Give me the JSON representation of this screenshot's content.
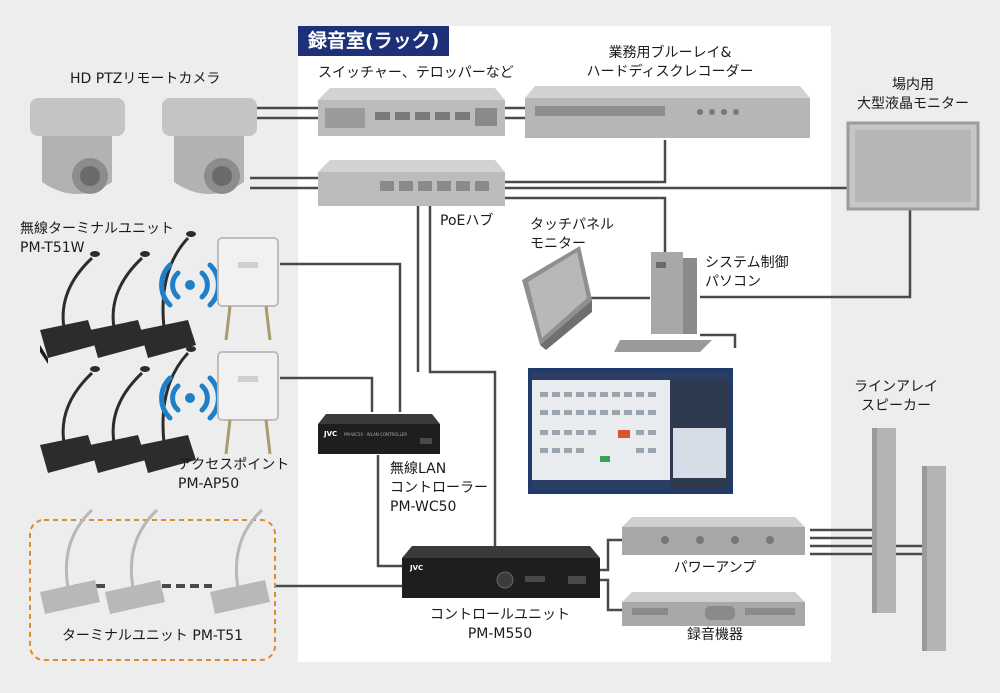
{
  "rack_title": "録音室(ラック)",
  "labels": {
    "hd_camera": "HD PTZリモートカメラ",
    "switcher": "スイッチャー、テロッパーなど",
    "recorder": [
      "業務用ブルーレイ&",
      "ハードディスクレコーダー"
    ],
    "venue_monitor": [
      "場内用",
      "大型液晶モニター"
    ],
    "poe_hub": "PoEハブ",
    "touch_panel": [
      "タッチパネル",
      "モニター"
    ],
    "system_pc": [
      "システム制御",
      "パソコン"
    ],
    "wireless_terminal": [
      "無線ターミナルユニット",
      "PM-T51W"
    ],
    "access_point": [
      "アクセスポイント",
      "PM-AP50"
    ],
    "wlan_controller": [
      "無線LAN",
      "コントローラー",
      "PM-WC50"
    ],
    "line_array": [
      "ラインアレイ",
      "スピーカー"
    ],
    "power_amp": "パワーアンプ",
    "control_unit": [
      "コントロールユニット",
      "PM-M550"
    ],
    "recording_equipment": "録音機器",
    "terminal_unit": "ターミナルユニット PM-T51"
  },
  "device_text": {
    "jvc": "JVC",
    "wlan_controller_panel": "PM-WC50 · WLAN CONTROLLER"
  },
  "colors": {
    "background": "#ededed",
    "rack_area": "#ffffff",
    "rack_title_bg": "#1e3178",
    "cable": "#4a4a4a",
    "wireless": "#1f7fc8",
    "dashed_border": "#e08a2e",
    "device_gray": "#b9b9b9",
    "device_dark": "#1e1e1e"
  },
  "icons": [
    "camera-icon",
    "microphone-icon",
    "wireless-signal-icon",
    "access-point-icon",
    "speaker-icon",
    "monitor-icon",
    "pc-tower-icon"
  ]
}
